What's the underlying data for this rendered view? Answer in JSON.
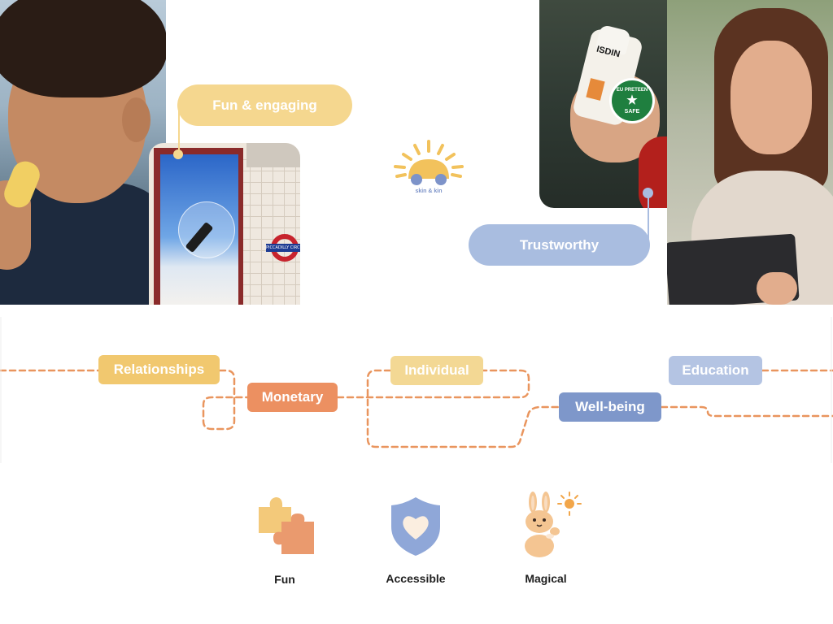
{
  "collage": {
    "callouts": {
      "fun": "Fun & engaging",
      "trust": "Trustworthy"
    },
    "subway_sign": "PICCADILLY CIRCUS",
    "product": {
      "brand": "ISDIN",
      "badge_line1": "EU PRETEEN",
      "badge_line2": "SAFE"
    },
    "logo_text": "skin & kin"
  },
  "journey": {
    "tags": {
      "relationships": "Relationships",
      "monetary": "Monetary",
      "individual": "Individual",
      "wellbeing": "Well-being",
      "education": "Education"
    },
    "line_color": "#e9955e"
  },
  "values": {
    "fun": "Fun",
    "accessible": "Accessible",
    "magical": "Magical"
  },
  "colors": {
    "yellow": "#f5d78f",
    "orange": "#ec9061",
    "blue": "#7e97ca",
    "light_blue": "#a9bde0"
  }
}
